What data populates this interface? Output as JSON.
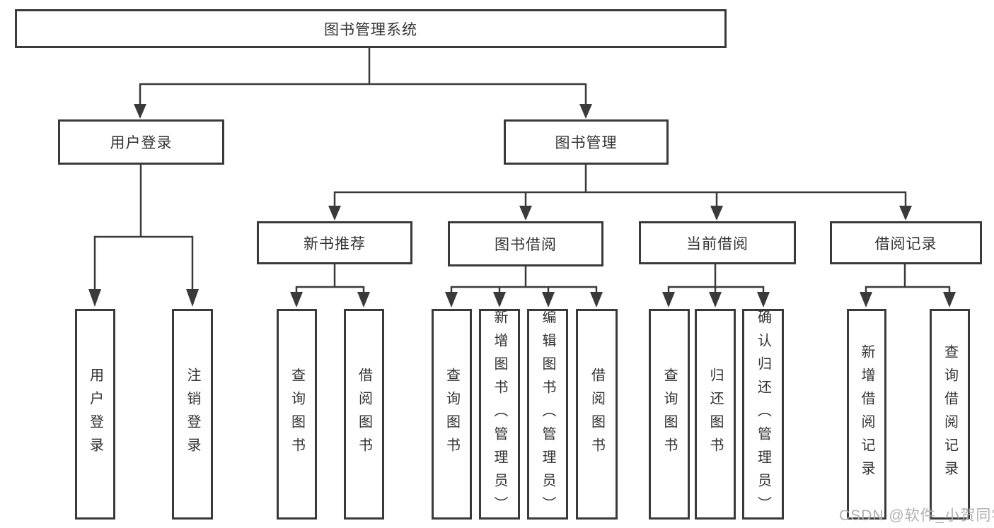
{
  "diagram": {
    "root": {
      "label": "图书管理系统"
    },
    "user_login": {
      "label": "用户登录",
      "children": [
        {
          "label": "用户登录"
        },
        {
          "label": "注销登录"
        }
      ]
    },
    "book_mgmt": {
      "label": "图书管理"
    },
    "new_book": {
      "label": "新书推荐",
      "children": [
        {
          "label": "查询图书"
        },
        {
          "label": "借阅图书"
        }
      ]
    },
    "book_borrow": {
      "label": "图书借阅",
      "children": [
        {
          "label": "查询图书"
        },
        {
          "label": "新增图书（管理员）"
        },
        {
          "label": "编辑图书（管理员）"
        },
        {
          "label": "借阅图书"
        }
      ]
    },
    "current_borrow": {
      "label": "当前借阅",
      "children": [
        {
          "label": "查询图书"
        },
        {
          "label": "归还图书"
        },
        {
          "label": "确认归还（管理员）"
        }
      ]
    },
    "borrow_record": {
      "label": "借阅记录",
      "children": [
        {
          "label": "新增借阅记录"
        },
        {
          "label": "查询借阅记录"
        }
      ]
    }
  },
  "watermark": {
    "text": "CSDN @软件_小贺同学"
  },
  "colors": {
    "line": "#3a3a3a",
    "text": "#333333",
    "watermark": "#b0b0b0",
    "background": "#ffffff"
  }
}
